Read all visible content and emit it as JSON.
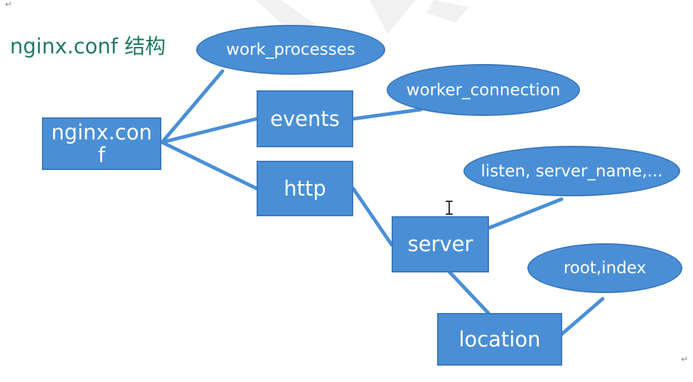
{
  "title": "nginx.conf 结构",
  "nodes": {
    "root": "nginx.con\nf",
    "events": "events",
    "http": "http",
    "server": "server",
    "location": "location",
    "work_processes": "work_processes",
    "worker_connection": "worker_connection",
    "listen": "listen, server_name,...",
    "root_index": "root,index"
  },
  "marks": {
    "return_symbol": "↵"
  },
  "colors": {
    "node_fill": "#4a8fd6",
    "node_border": "#3b78bd",
    "connector": "#4a8fd6",
    "title": "#1f7a63"
  }
}
